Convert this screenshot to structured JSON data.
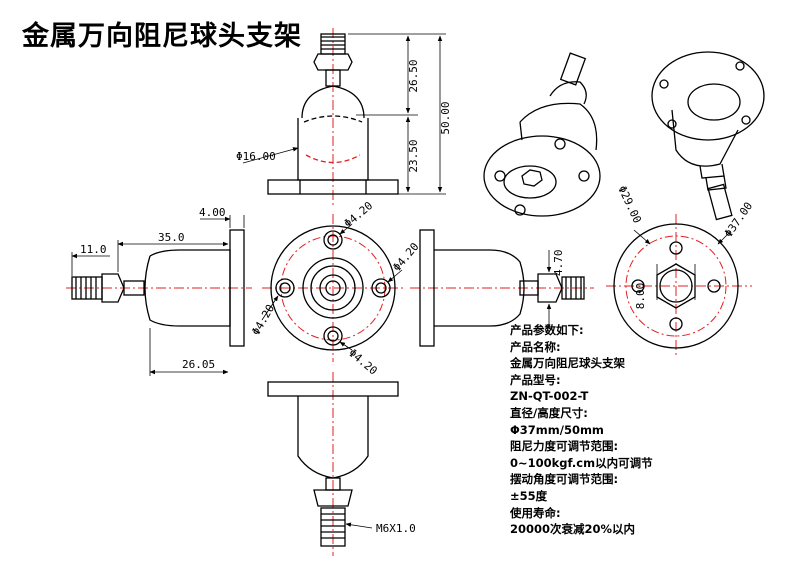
{
  "title": "金属万向阻尼球头支架",
  "dimensions": {
    "d_26_50": "26.50",
    "d_50_00": "50.00",
    "d_23_50": "23.50",
    "d_phi16": "Φ16.00",
    "d_4_00": "4.00",
    "d_11_0": "11.0",
    "d_35_0": "35.0",
    "d_26_05": "26.05",
    "d_phi4_tl": "Φ4.20",
    "d_phi4_r": "Φ4.20",
    "d_phi4_l": "Φ4.20",
    "d_phi4_b": "Φ4.20",
    "d_4_70": "4.70",
    "d_phi29": "Φ29.00",
    "d_phi37": "Φ37.00",
    "d_8_00": "8.00",
    "thread": "M6X1.0"
  },
  "specs": {
    "l1": "产品参数如下:",
    "l2": "产品名称:",
    "l3": "金属万向阻尼球头支架",
    "l4": "产品型号:",
    "l5": "ZN-QT-002-T",
    "l6": "直径/高度尺寸:",
    "l7": "Φ37mm/50mm",
    "l8": "阻尼力度可调节范围:",
    "l9": "0~100kgf.cm以内可调节",
    "l10": "摆动角度可调节范围:",
    "l11": "±55度",
    "l12": "使用寿命:",
    "l13": "20000次衰减20%以内"
  },
  "colors": {
    "line": "#000000",
    "center": "#e02020"
  }
}
